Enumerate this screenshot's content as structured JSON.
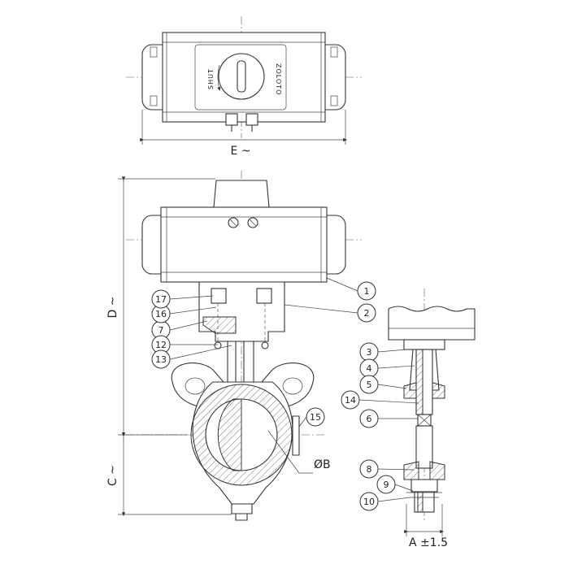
{
  "top_view": {
    "shut_label": "SHUT",
    "brand_label": "ZOLOTO",
    "width_dim": "E ~"
  },
  "front_view": {
    "height_dim_upper": "D ~",
    "height_dim_lower": "C ~",
    "bore_dim": "ØB"
  },
  "side_view": {
    "face_dim": "A ±1.5"
  },
  "callouts": [
    "1",
    "2",
    "3",
    "4",
    "5",
    "6",
    "7",
    "8",
    "9",
    "10",
    "12",
    "13",
    "14",
    "15",
    "16",
    "17"
  ]
}
